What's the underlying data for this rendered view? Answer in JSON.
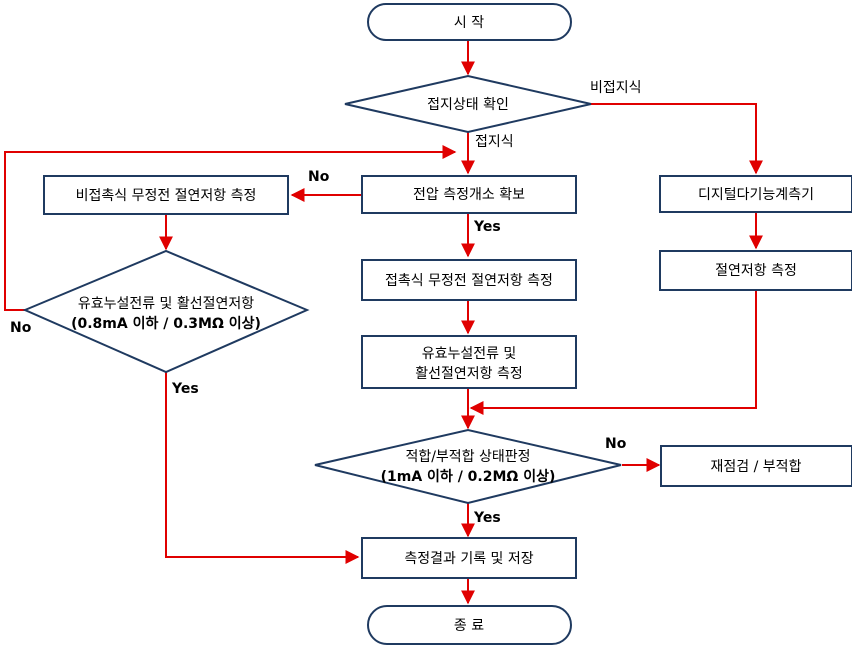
{
  "nodes": {
    "start": "시  작",
    "check_ground": "접지상태 확인",
    "secure_point": "전압 측정개소 확보",
    "noncontact_measure": "비접촉식 무정전 절연저항 측정",
    "decision_left_line1": "유효누설전류 및 활선절연저항",
    "decision_left_line2": "(0.8mA 이하 / 0.3MΩ 이상)",
    "contact_measure": "접촉식 무정전 절연저항 측정",
    "effective_line1": "유효누설전류 및",
    "effective_line2": "활선절연저항 측정",
    "digital_meter": "디지털다기능계측기",
    "insulation_measure": "절연저항 측정",
    "judge_line1": "적합/부적합 상태판정",
    "judge_line2": "(1mA 이하 / 0.2MΩ 이상)",
    "reinspect": "재점검 / 부적합",
    "record": "측정결과 기록 및 저장",
    "end": "종  료"
  },
  "labels": {
    "nonground": "비접지식",
    "ground": "접지식",
    "no_left_top": "No",
    "yes_center_top": "Yes",
    "no_left_loop": "No",
    "yes_left": "Yes",
    "no_right": "No",
    "yes_bottom": "Yes"
  },
  "colors": {
    "arrow": "#e00000",
    "border": "#1f3a60"
  }
}
